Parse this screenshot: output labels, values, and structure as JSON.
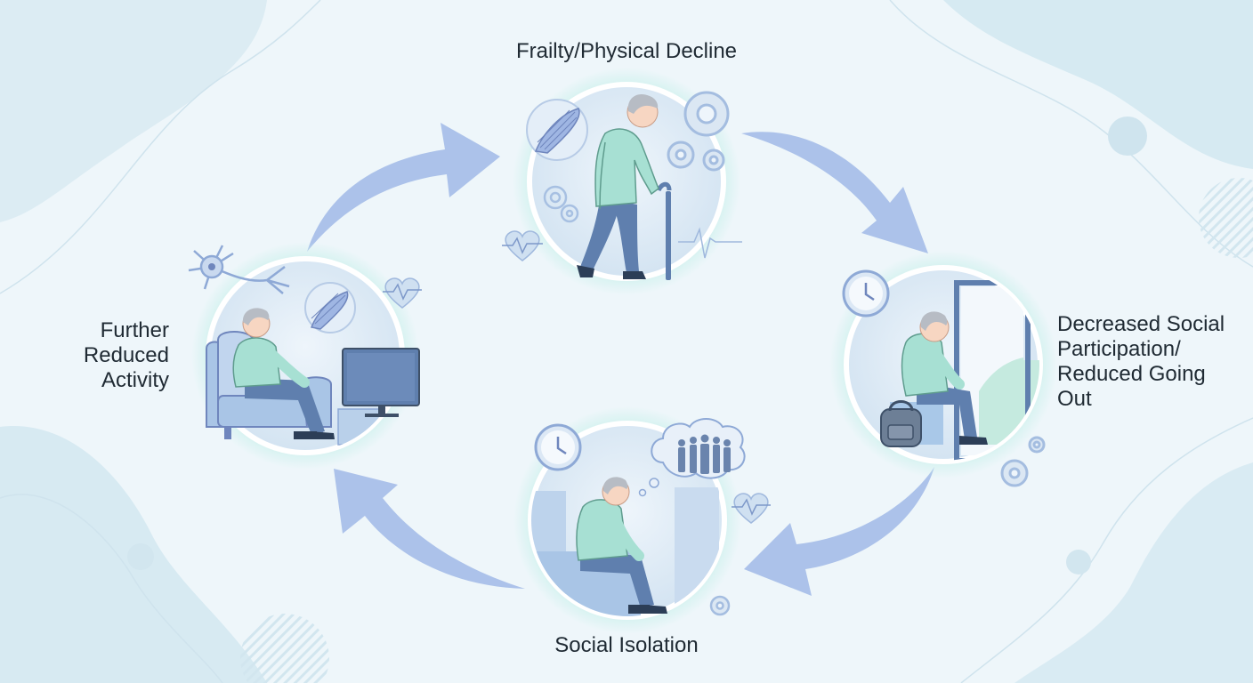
{
  "diagram": {
    "type": "cycle",
    "stages": [
      {
        "id": "frailty",
        "lines": [
          "Frailty/Physical Decline"
        ]
      },
      {
        "id": "decreased-participation",
        "lines": [
          "Decreased Social",
          "Participation/",
          "Reduced Going",
          "Out"
        ]
      },
      {
        "id": "social-isolation",
        "lines": [
          "Social Isolation"
        ]
      },
      {
        "id": "further-reduced-activity",
        "lines": [
          "Further",
          "Reduced",
          "Activity"
        ]
      }
    ],
    "flow": "clockwise",
    "colors": {
      "background": "#eef6fa",
      "arrow": "#9fb8e6",
      "circle_fill": "#dce9f4",
      "glow": "#c6f0ea",
      "shirt": "#a7e0d3",
      "pants": "#5f7fae",
      "text": "#1f2a33"
    },
    "icons": [
      "muscle-icon",
      "gear-icon",
      "heartbeat-icon",
      "cane-icon",
      "clock-icon",
      "backpack-icon",
      "door-icon",
      "thought-bubble-icon",
      "neuron-icon",
      "armchair-icon",
      "television-icon"
    ]
  }
}
